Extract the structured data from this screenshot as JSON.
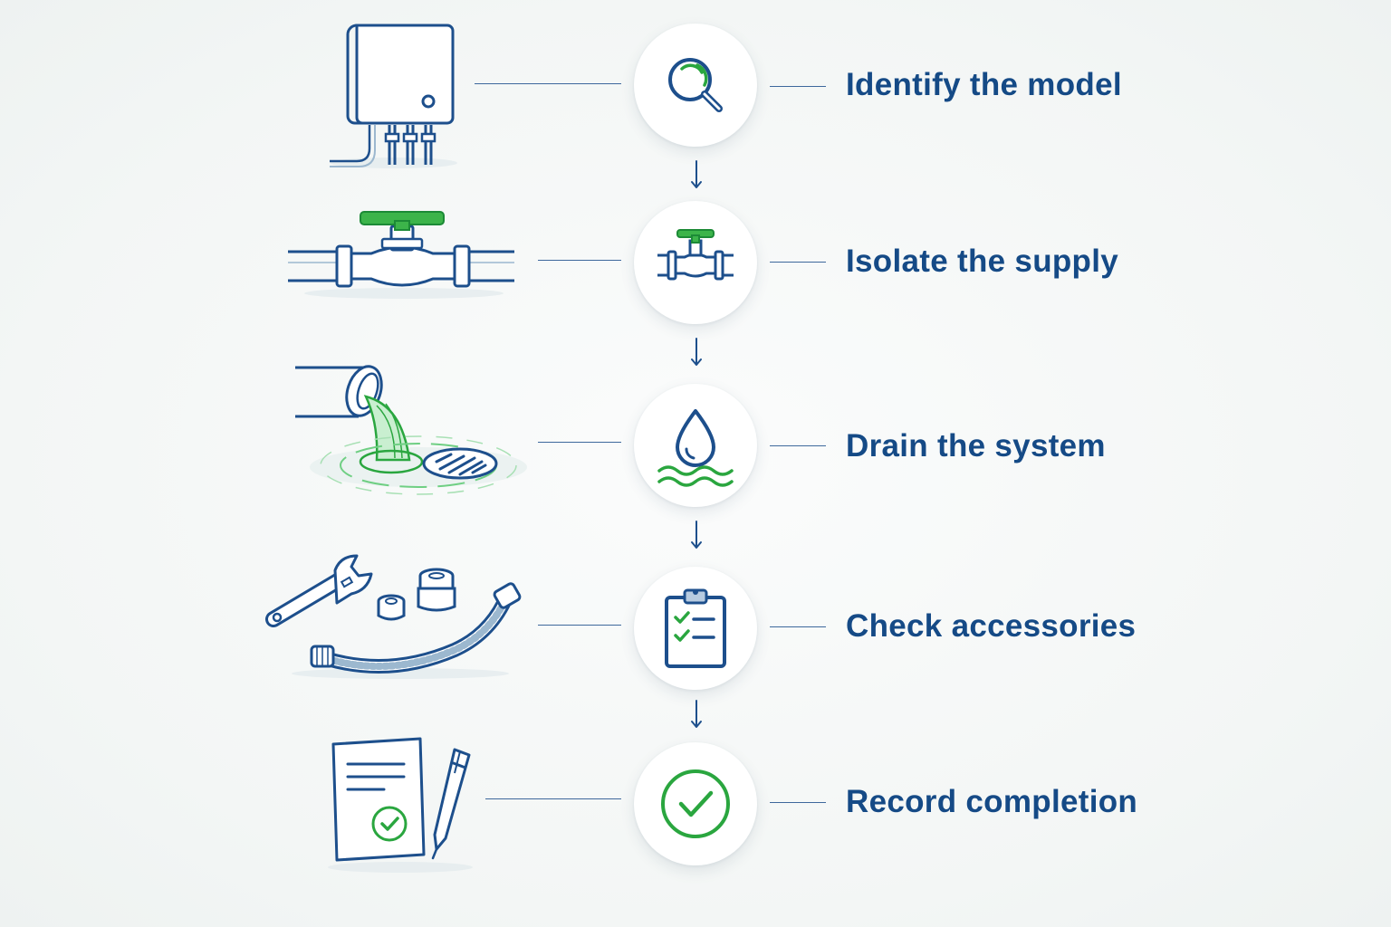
{
  "palette": {
    "primary": "#1d4f8c",
    "label": "#154a86",
    "accent": "#2aa63f",
    "background": "#f5f8f7"
  },
  "steps": [
    {
      "label": "Identify the model",
      "icon": "magnifier-icon",
      "illustration": "water-heater-icon"
    },
    {
      "label": "Isolate the supply",
      "icon": "valve-icon",
      "illustration": "pipe-valve-icon"
    },
    {
      "label": "Drain the system",
      "icon": "water-drop-icon",
      "illustration": "draining-pipe-icon"
    },
    {
      "label": "Check accessories",
      "icon": "clipboard-checklist-icon",
      "illustration": "tools-icon"
    },
    {
      "label": "Record completion",
      "icon": "check-circle-icon",
      "illustration": "signed-document-icon"
    }
  ]
}
